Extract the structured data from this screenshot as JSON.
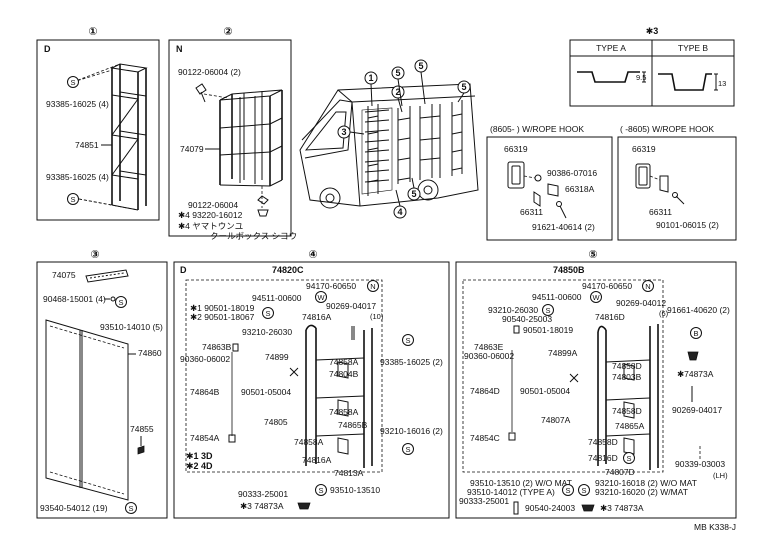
{
  "sections": {
    "s1": "①",
    "s2": "②",
    "s3": "③",
    "s4": "④",
    "s5": "⑤",
    "type_box_title": "✱3"
  },
  "type_box": {
    "a": "TYPE A",
    "b": "TYPE B",
    "dim_a": "9.5",
    "dim_b": "13"
  },
  "panel1": {
    "code": "D",
    "p1": "93385-16025 (4)",
    "p2": "74851",
    "p3": "93385-16025 (4)"
  },
  "panel2": {
    "code": "N",
    "p1": "90122-06004 (2)",
    "p2": "74079",
    "p3": "90122-06004",
    "p4": "✱4 93220-16012",
    "p5": "✱4 ヤマトウンユ",
    "p6": "クールボックス シヨウ"
  },
  "hook1": {
    "title": "(8605-        ) W/ROPE HOOK",
    "p1": "66319",
    "p2": "90386-07016",
    "p3": "66318A",
    "p4": "66311",
    "p5": "91621-40614 (2)"
  },
  "hook2": {
    "title": "(        -8605) W/ROPE HOOK",
    "p1": "66319",
    "p2": "66311",
    "p3": "90101-06015 (2)"
  },
  "panel3": {
    "p1": "74075",
    "p2": "90468-15001 (4)",
    "p3": "93510-14010 (5)",
    "p4": "74860",
    "p5": "74855",
    "p6": "93540-54012 (19)"
  },
  "panel4": {
    "code": "D",
    "title": "74820C",
    "p1": "94170-60650",
    "p2": "94511-00600",
    "p3": "90269-04017",
    "p3b": "(10)",
    "p4": "✱1 90501-18019",
    "p5": "✱2 90501-18067",
    "p6": "93210-26030",
    "p7": "74816A",
    "p8": "74863B",
    "p9": "90360-06002",
    "p10": "74899",
    "p11": "74858A",
    "p12": "74804B",
    "p13": "93385-16025 (2)",
    "p14": "74864B",
    "p15": "90501-05004",
    "p16": "74858A",
    "p17": "74805",
    "p18": "74865B",
    "p19": "74854A",
    "p20": "93210-16016 (2)",
    "p21": "74858A",
    "p22": "✱1 3D",
    "p23": "✱2 4D",
    "p24": "74816A",
    "p25": "74813A",
    "p26": "90333-25001",
    "p27": "93510-13510",
    "p28": "✱3 74873A"
  },
  "panel5": {
    "title": "74850B",
    "p1": "94170-60650",
    "p2": "94511-00600",
    "p3": "90269-04012",
    "p3b": "(6)",
    "p4": "93210-26030",
    "p5": "74816D",
    "p6": "91661-40620 (2)",
    "p7": "90501-18019",
    "p8": "74863E",
    "p9": "90360-06002",
    "p10": "74899A",
    "p11": "74858D",
    "p12": "74803B",
    "p13": "✱74873A",
    "p14": "74864D",
    "p15": "90501-05004",
    "p16": "74858D",
    "p17": "90269-04017",
    "p18": "74807A",
    "p19": "74865A",
    "p20": "74854C",
    "p21": "74858D",
    "p22": "74816D",
    "p23": "74807D",
    "p24": "90339-03003",
    "p24b": "(LH)",
    "p25": "93510-13510 (2) W/O MAT",
    "p26": "93210-16018 (2) W/O MAT",
    "p27": "93510-14012 (TYPE A)",
    "p28": "93210-16020 (2) W/MAT",
    "p29": "90333-25001",
    "p30": "90540-24003",
    "p31": "✱3 74873A",
    "p32": "90540-25003"
  },
  "footer": {
    "ref": "MB K338-J"
  },
  "icons": {
    "circle_s": "S",
    "circle_w": "W",
    "circle_n": "N",
    "circle_b": "B"
  }
}
